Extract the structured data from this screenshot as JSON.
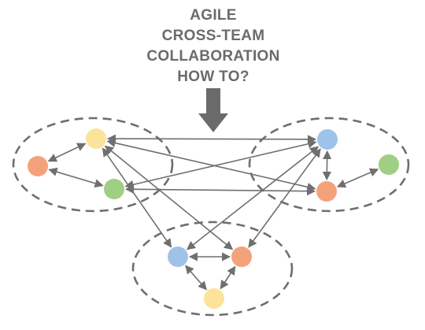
{
  "title": {
    "lines": [
      "AGILE",
      "CROSS-TEAM",
      "COLLABORATION",
      "HOW TO?"
    ]
  },
  "colors": {
    "text": "#6b6b6b",
    "stroke": "#6f6f6f",
    "orange": "#f4a27c",
    "yellow": "#fbe49a",
    "green": "#9ecf84",
    "blue": "#9fc2e9"
  },
  "teams": [
    "left",
    "right",
    "bottom"
  ],
  "nodes": [
    {
      "id": "L-yellow",
      "team": "left",
      "color": "yellow"
    },
    {
      "id": "L-orange",
      "team": "left",
      "color": "orange"
    },
    {
      "id": "L-green",
      "team": "left",
      "color": "green"
    },
    {
      "id": "R-blue",
      "team": "right",
      "color": "blue"
    },
    {
      "id": "R-orange",
      "team": "right",
      "color": "orange"
    },
    {
      "id": "R-green",
      "team": "right",
      "color": "green"
    },
    {
      "id": "B-blue",
      "team": "bottom",
      "color": "blue"
    },
    {
      "id": "B-orange",
      "team": "bottom",
      "color": "orange"
    },
    {
      "id": "B-yellow",
      "team": "bottom",
      "color": "yellow"
    }
  ],
  "links": [
    [
      "L-orange",
      "L-yellow"
    ],
    [
      "L-orange",
      "L-green"
    ],
    [
      "R-blue",
      "R-orange"
    ],
    [
      "R-orange",
      "R-green"
    ],
    [
      "B-blue",
      "B-orange"
    ],
    [
      "B-blue",
      "B-yellow"
    ],
    [
      "B-orange",
      "B-yellow"
    ],
    [
      "L-yellow",
      "R-blue"
    ],
    [
      "L-yellow",
      "R-orange"
    ],
    [
      "L-green",
      "R-blue"
    ],
    [
      "L-green",
      "R-orange"
    ],
    [
      "L-yellow",
      "B-blue"
    ],
    [
      "L-yellow",
      "B-orange"
    ],
    [
      "R-blue",
      "B-blue"
    ],
    [
      "R-blue",
      "B-orange"
    ]
  ]
}
